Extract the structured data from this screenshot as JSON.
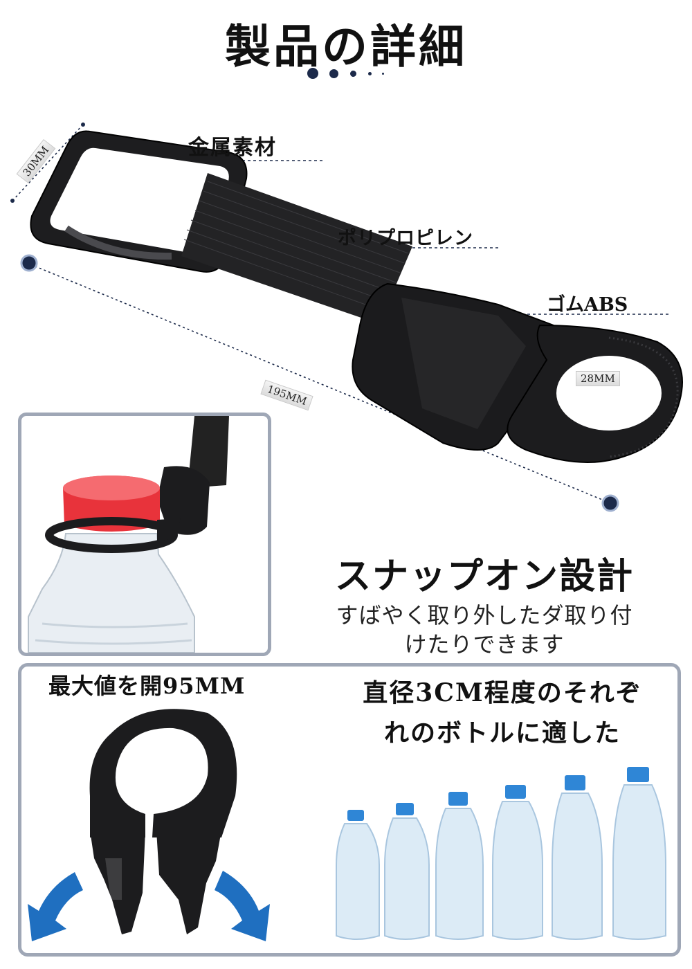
{
  "title": "製品の詳細",
  "labels": {
    "metal": "金属素材",
    "polypropylene": "ポリプロピレン",
    "abs": "ゴムABS"
  },
  "dimensions": {
    "width": "30MM",
    "length": "195MM",
    "ring": "28MM"
  },
  "snap": {
    "heading": "スナップオン設計",
    "line1": "すばやく取り外したダ取り付",
    "line2": "けたりできます"
  },
  "open": {
    "heading": "最大値を開95MM"
  },
  "fit": {
    "line1": "直径3CM程度のそれぞ",
    "line2": "れのボトルに適した"
  },
  "colors": {
    "accent_dot": "#1c2a4a",
    "panel_border": "#9fa7b6",
    "arrow_blue": "#1f6fc0",
    "bottle_cap": "#2f86d6",
    "red_cap": "#e8333b"
  }
}
